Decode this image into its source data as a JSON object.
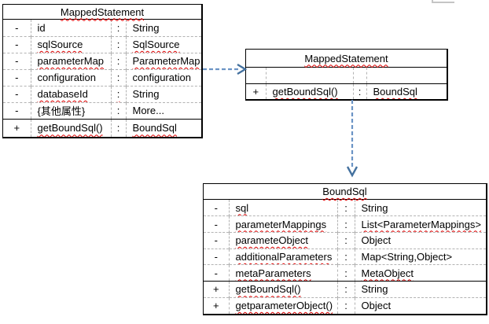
{
  "ui": {
    "colon": ":"
  },
  "colors": {
    "arrow-line": "#6b94c5",
    "arrow-head": "#44719f",
    "squiggle": "#dd0000",
    "grid-dash": "#b3b3b3",
    "border": "#000000"
  },
  "classes": [
    {
      "title": "MappedStatement",
      "rows": [
        {
          "vis": "-",
          "name": "id",
          "type": "String"
        },
        {
          "vis": "-",
          "name": "sqlSource",
          "type": "SqlSource"
        },
        {
          "vis": "-",
          "name": "parameterMap",
          "type": "ParameterMap"
        },
        {
          "vis": "-",
          "name": "configuration",
          "type": "configuration"
        },
        {
          "vis": "-",
          "name": "databaseId",
          "type": "String"
        },
        {
          "vis": "-",
          "name": "{其他属性}",
          "type": "More..."
        },
        {
          "vis": "+",
          "name": "getBoundSql()",
          "type": "BoundSql"
        }
      ]
    },
    {
      "title": "MappedStatement",
      "rows": [
        {
          "vis": "",
          "name": "",
          "type": ""
        },
        {
          "vis": "+",
          "name": "getBoundSql()",
          "type": "BoundSql"
        }
      ]
    },
    {
      "title": "BoundSql",
      "rows": [
        {
          "vis": "-",
          "name": "sql",
          "type": "String"
        },
        {
          "vis": "-",
          "name": "parameterMappings",
          "type": "List<ParameterMappings>"
        },
        {
          "vis": "-",
          "name": "parameteObject",
          "type": "Object"
        },
        {
          "vis": "-",
          "name": "additionalParameters",
          "type": "Map<String,Object>"
        },
        {
          "vis": "-",
          "name": "metaParameters",
          "type": "MetaObject"
        },
        {
          "vis": "+",
          "name": "getBoundSql()",
          "type": "String"
        },
        {
          "vis": "+",
          "name": "getparameterObject()",
          "type": "Object"
        }
      ]
    }
  ]
}
